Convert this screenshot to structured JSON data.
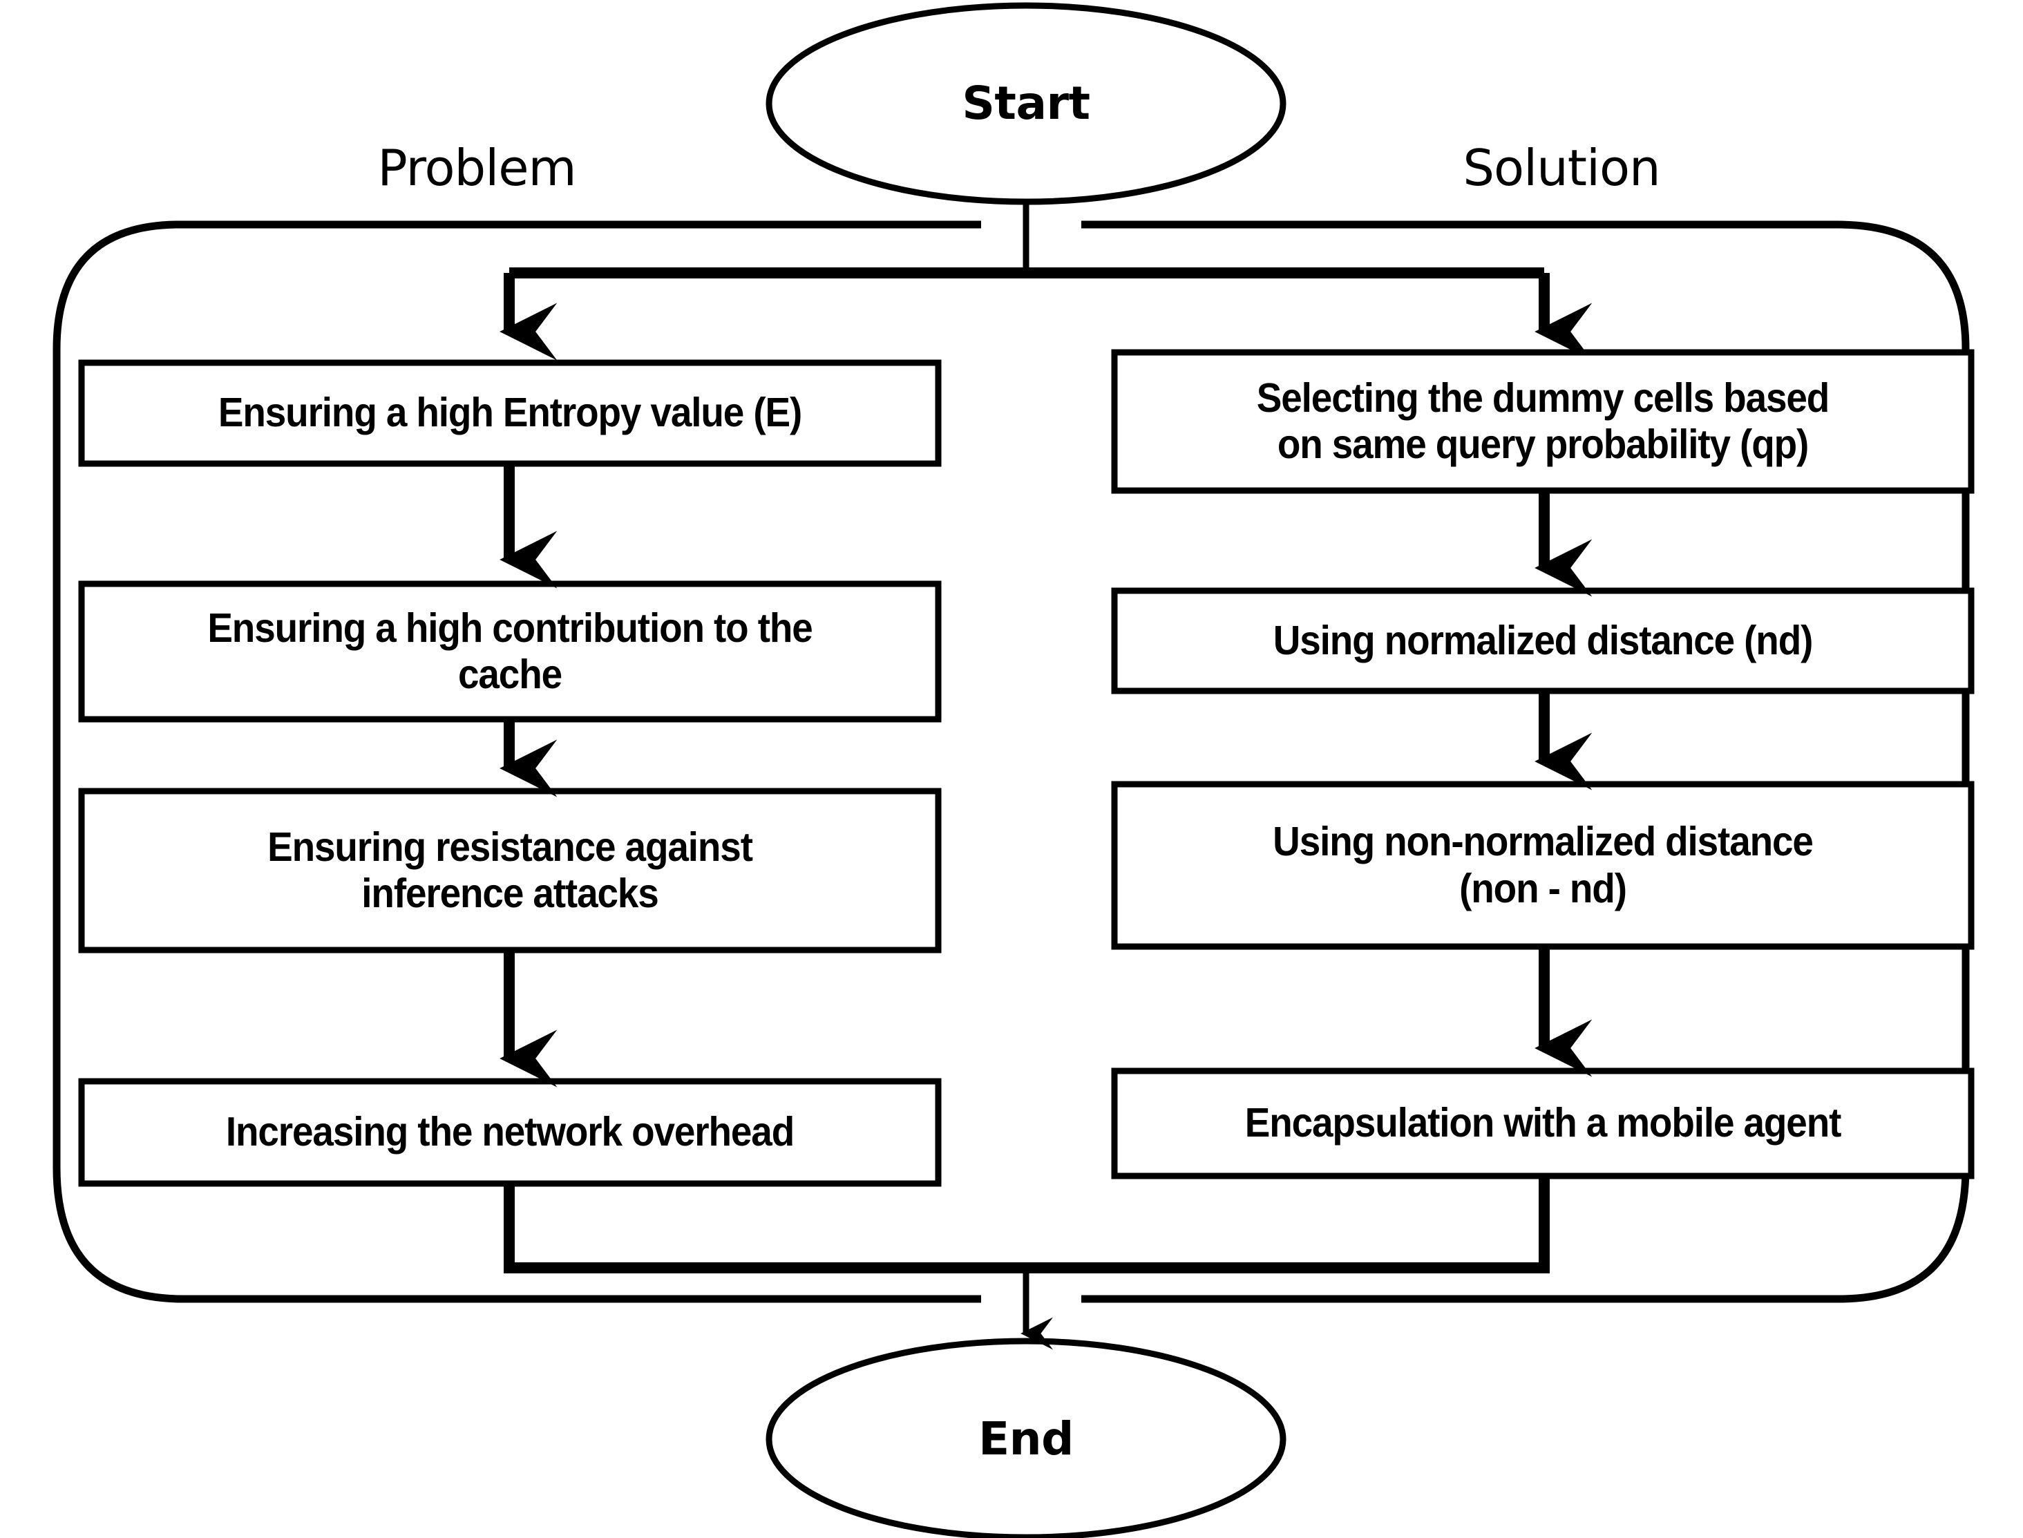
{
  "diagram": {
    "title_visible": false,
    "type": "flowchart",
    "orientation": "two-column problem/solution",
    "start_node": {
      "label": "Start",
      "shape": "ellipse"
    },
    "end_node": {
      "label": "End",
      "shape": "ellipse"
    },
    "columns": [
      {
        "id": "problem",
        "label": "Problem",
        "steps": [
          {
            "id": "p1",
            "label": "Ensuring a high Entropy value (E)"
          },
          {
            "id": "p2",
            "label": "Ensuring a high contribution to the\ncache"
          },
          {
            "id": "p3",
            "label": "Ensuring resistance against\ninference attacks"
          },
          {
            "id": "p4",
            "label": "Increasing the network overhead"
          }
        ]
      },
      {
        "id": "solution",
        "label": "Solution",
        "steps": [
          {
            "id": "s1",
            "label": "Selecting the dummy cells based\non same query probability (qp)"
          },
          {
            "id": "s2",
            "label": "Using normalized distance (nd)"
          },
          {
            "id": "s3",
            "label": "Using non-normalized distance\n(non - nd)"
          },
          {
            "id": "s4",
            "label": "Encapsulation with a mobile agent"
          }
        ]
      }
    ],
    "colors": {
      "stroke": "#000000",
      "fill": "#ffffff",
      "text": "#000000"
    }
  }
}
